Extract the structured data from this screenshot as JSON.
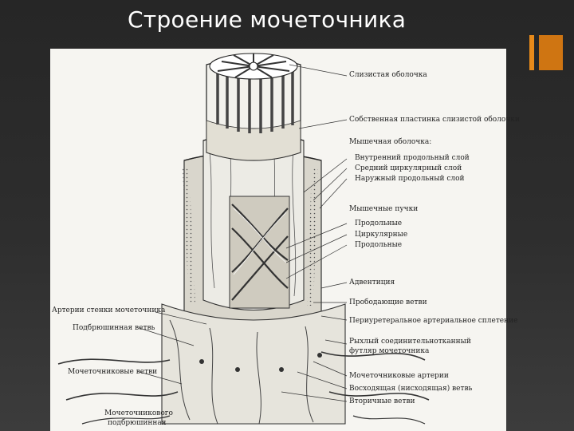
{
  "title": "Строение мочеточника",
  "accent_color": "#e88a1a",
  "figure": {
    "labels_right": [
      "Слизистая оболочка",
      "Собственная пластинка слизистой оболочки",
      "Мышечная оболочка:",
      "Внутренний продольный слой",
      "Средний циркулярный слой",
      "Наружный продольный слой",
      "Мышечные пучки",
      "Продольные",
      "Циркулярные",
      "Продольные",
      "Адвентиция",
      "Прободающие ветви",
      "Периуретеральное артериальное сплетение",
      "Рыхлый соединительнотканный",
      "футляр мочеточника",
      "Мочеточниковые артерии",
      "Восходящая (нисходящая) ветвь",
      "Вторичные ветви"
    ],
    "labels_left": [
      "Артерии стенки мочеточника",
      "Подбрюшинная ветвь",
      "Мочеточниковые ветви",
      "Мочеточникового",
      "подбрюшинная"
    ]
  }
}
